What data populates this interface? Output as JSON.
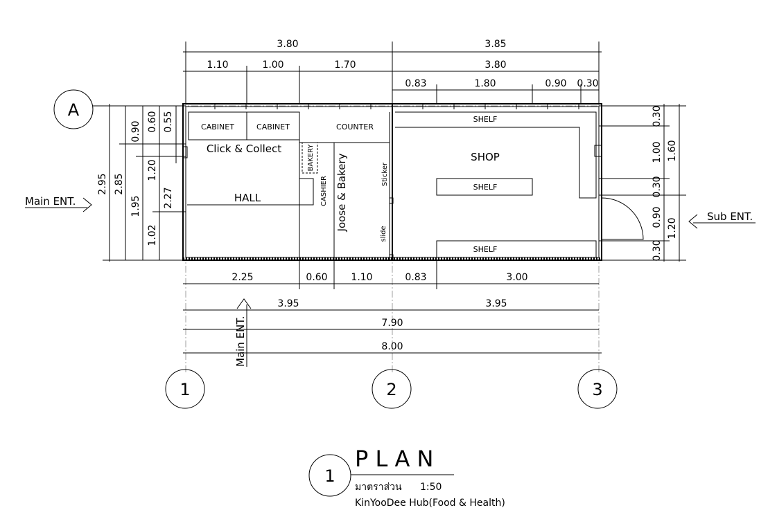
{
  "dimensions": {
    "top_total_left": "3.80",
    "top_total_right": "3.85",
    "top_left_1": "1.10",
    "top_left_2": "1.00",
    "top_left_3": "1.70",
    "top_right_full": "3.80",
    "top_right_1": "0.83",
    "top_right_2": "1.80",
    "top_right_3": "0.90",
    "top_right_4": "0.30",
    "left_outer": "2.95",
    "left_2": "2.85",
    "left_a": "0.90",
    "left_b": "1.95",
    "left_c": "0.60",
    "left_d": "1.20",
    "left_e": "1.02",
    "left_f": "0.55",
    "left_g": "2.27",
    "right_1": "0.30",
    "right_2": "1.00",
    "right_3": "0.30",
    "right_4": "0.90",
    "right_5": "0.30",
    "right_outer_1": "1.60",
    "right_outer_2": "1.20",
    "bottom_1": "2.25",
    "bottom_2": "0.60",
    "bottom_3": "1.10",
    "bottom_4": "0.83",
    "bottom_5": "3.00",
    "bottom_half_left": "3.95",
    "bottom_half_right": "3.95",
    "bottom_total_1": "7.90",
    "bottom_total_2": "8.00"
  },
  "labels": {
    "cabinet_1": "CABINET",
    "cabinet_2": "CABINET",
    "counter": "COUNTER",
    "shelf_top": "SHELF",
    "shelf_mid": "SHELF",
    "shelf_bottom": "SHELF",
    "shop": "SHOP",
    "hall": "HALL",
    "click_collect": "Click & Collect",
    "bakery": "BAKERY",
    "cashier": "CASHIER",
    "joose_bakery": "Joose & Bakery",
    "sticker": "Sticker",
    "slide": "slide",
    "main_ent_left": "Main ENT.",
    "main_ent_bottom": "Main ENT.",
    "sub_ent": "Sub ENT."
  },
  "grid": {
    "row_a": "A",
    "col_1": "1",
    "col_2": "2",
    "col_3": "3"
  },
  "title": {
    "number": "1",
    "name": "P L A N",
    "scale_label": "มาตราส่วน",
    "scale_value": "1:50",
    "project": "KinYooDee Hub(Food & Health)"
  }
}
